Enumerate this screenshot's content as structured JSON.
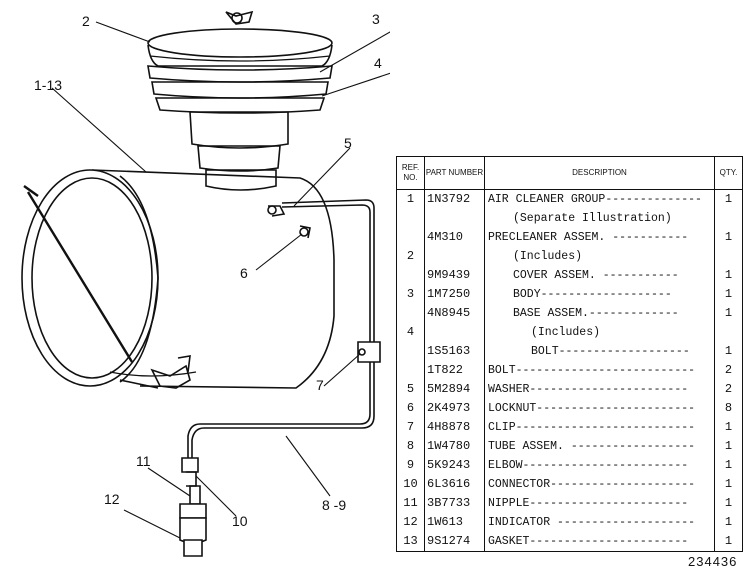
{
  "callouts": {
    "c2": "2",
    "c3": "3",
    "c4": "4",
    "c1_13": "1-13",
    "c5": "5",
    "c6": "6",
    "c7": "7",
    "c8_9": "8 -9",
    "c10": "10",
    "c11": "11",
    "c12": "12"
  },
  "table": {
    "headers": {
      "ref": "REF. NO.",
      "part": "PART NUMBER",
      "desc": "DESCRIPTION",
      "qty": "QTY."
    },
    "rows": [
      {
        "ref": "1",
        "part": "1N3792",
        "desc": "AIR CLEANER GROUP--------------",
        "qty": "1",
        "indent": 0
      },
      {
        "ref": "",
        "part": "",
        "desc": "(Separate Illustration)",
        "qty": "",
        "indent": 1
      },
      {
        "ref": "",
        "part": "4M310",
        "desc": "PRECLEANER ASSEM. -----------",
        "qty": "1",
        "indent": 0
      },
      {
        "ref": "2",
        "part": "",
        "desc": "(Includes)",
        "qty": "",
        "indent": 1
      },
      {
        "ref": "",
        "part": "9M9439",
        "desc": "COVER ASSEM. -----------",
        "qty": "1",
        "indent": 1
      },
      {
        "ref": "3",
        "part": "1M7250",
        "desc": "BODY-------------------",
        "qty": "1",
        "indent": 1
      },
      {
        "ref": "",
        "part": "4N8945",
        "desc": "BASE ASSEM.-------------",
        "qty": "1",
        "indent": 1
      },
      {
        "ref": "4",
        "part": "",
        "desc": "(Includes)",
        "qty": "",
        "indent": 2
      },
      {
        "ref": "",
        "part": "1S5163",
        "desc": "BOLT-------------------",
        "qty": "1",
        "indent": 2
      },
      {
        "ref": "",
        "part": "1T822",
        "desc": "BOLT--------------------------",
        "qty": "2",
        "indent": 0
      },
      {
        "ref": "5",
        "part": "5M2894",
        "desc": "WASHER-----------------------",
        "qty": "2",
        "indent": 0
      },
      {
        "ref": "6",
        "part": "2K4973",
        "desc": "LOCKNUT-----------------------",
        "qty": "8",
        "indent": 0
      },
      {
        "ref": "7",
        "part": "4H8878",
        "desc": "CLIP--------------------------",
        "qty": "1",
        "indent": 0
      },
      {
        "ref": "8",
        "part": "1W4780",
        "desc": "TUBE ASSEM. ------------------",
        "qty": "1",
        "indent": 0
      },
      {
        "ref": "9",
        "part": "5K9243",
        "desc": "ELBOW------------------------",
        "qty": "1",
        "indent": 0
      },
      {
        "ref": "10",
        "part": "6L3616",
        "desc": "CONNECTOR---------------------",
        "qty": "1",
        "indent": 0
      },
      {
        "ref": "11",
        "part": "3B7733",
        "desc": "NIPPLE-----------------------",
        "qty": "1",
        "indent": 0
      },
      {
        "ref": "12",
        "part": "1W613",
        "desc": "INDICATOR --------------------",
        "qty": "1",
        "indent": 0
      },
      {
        "ref": "13",
        "part": "9S1274",
        "desc": "GASKET-----------------------",
        "qty": "1",
        "indent": 0
      }
    ]
  },
  "drawing_number": "234436"
}
